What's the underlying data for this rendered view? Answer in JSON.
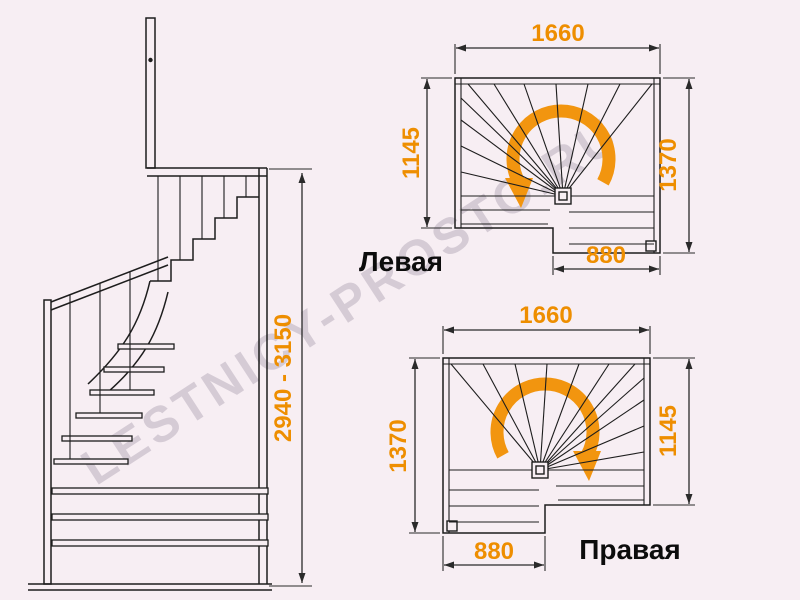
{
  "colors": {
    "background": "#f7eef3",
    "line": "#1d1d1d",
    "dimension_text": "#ee8e00",
    "rotation_arrow": "#f2950f",
    "label": "#0c0c0c",
    "watermark": "#a89cad"
  },
  "watermark": {
    "text": "LESTNICY-PROSTO.RU"
  },
  "side_view": {
    "overall_height": "2940 - 3150"
  },
  "plan_left": {
    "label": "Левая",
    "width": "1660",
    "depth_left": "1145",
    "depth_right": "1370",
    "entry_width": "880",
    "rotation": "counterclockwise"
  },
  "plan_right": {
    "label": "Правая",
    "width": "1660",
    "depth_left": "1370",
    "depth_right": "1145",
    "entry_width": "880",
    "rotation": "clockwise"
  }
}
